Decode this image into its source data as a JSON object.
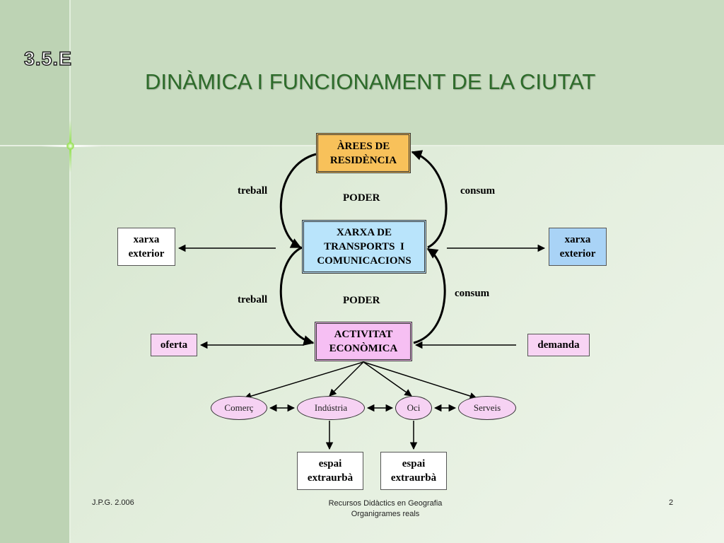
{
  "slide": {
    "tag": "3.5.E",
    "title": "DINÀMICA I FUNCIONAMENT DE LA CIUTAT"
  },
  "diagram": {
    "residencia": [
      "ÀREES DE",
      "RESIDÈNCIA"
    ],
    "xarxa": [
      "XARXA DE",
      "TRANSPORTS  I",
      "COMUNICACIONS"
    ],
    "activitat": [
      "ACTIVITAT",
      "ECONÒMICA"
    ],
    "ext_left": [
      "xarxa",
      "exterior"
    ],
    "ext_right": [
      "xarxa",
      "exterior"
    ],
    "oferta": "oferta",
    "demanda": "demanda",
    "labels": {
      "treball_top": "treball",
      "consum_top": "consum",
      "poder_top": "PODER",
      "treball_bottom": "treball",
      "consum_bottom": "consum",
      "poder_bottom": "PODER"
    },
    "sectors": [
      "Comerç",
      "Indústria",
      "Oci",
      "Serveis"
    ],
    "espai1": [
      "espai",
      "extraurbà"
    ],
    "espai2": [
      "espai",
      "extraurbà"
    ]
  },
  "footer": {
    "left": "J.P.G. 2.006",
    "center_line1": "Recursos Didàctics en Geografia",
    "center_line2": "Organigrames reals",
    "page": "2"
  },
  "colors": {
    "title": "#2d6b2a",
    "residencia": "#f8c15a",
    "xarxa": "#b9e4fb",
    "activitat": "#f6bff3",
    "ext_right": "#a9d3f6",
    "sector_oval": "#f6d2f3"
  }
}
